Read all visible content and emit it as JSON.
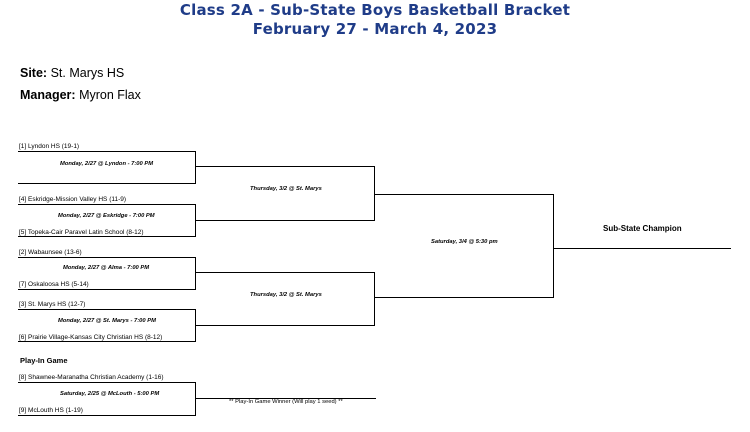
{
  "header": {
    "title": "Class 2A - Sub-State Boys Basketball Bracket",
    "dates": "February 27 - March 4, 2023"
  },
  "info": {
    "site_label": "Site:",
    "site_value": "St. Marys HS",
    "manager_label": "Manager:",
    "manager_value": "Myron Flax"
  },
  "round1": [
    {
      "team_top": "[1] Lyndon HS    (19-1)",
      "game": "Monday, 2/27 @ Lyndon - 7:00 PM",
      "team_bottom": ""
    },
    {
      "team_top": "[4] Eskridge-Mission Valley HS    (11-9)",
      "game": "Monday, 2/27 @ Eskridge - 7:00 PM",
      "team_bottom": "[5] Topeka-Cair Paravel Latin School  (8-12)"
    },
    {
      "team_top": "[2] Wabaunsee    (13-6)",
      "game": "Monday, 2/27 @ Alma - 7:00 PM",
      "team_bottom": "[7] Oskaloosa HS  (5-14)"
    },
    {
      "team_top": "[3] St. Marys HS    (12-7)",
      "game": "Monday, 2/27 @ St. Marys - 7:00 PM",
      "team_bottom": "[6] Prairie Village-Kansas City Christian HS  (8-12)"
    }
  ],
  "semis": [
    {
      "game": "Thursday, 3/2 @ St. Marys"
    },
    {
      "game": "Thursday, 3/2 @ St. Marys"
    }
  ],
  "final": {
    "game": "Saturday, 3/4 @ 5:30 pm",
    "champion_label": "Sub-State Champion"
  },
  "playin": {
    "heading": "Play-In Game",
    "team_top": "[8] Shawnee-Maranatha Christian Academy    (1-16)",
    "game": "Saturday, 2/25 @ McLouth - 5:00 PM",
    "team_bottom": "[9] McLouth HS    (1-19)",
    "winner_note": "** Play-In Game Winner (Will play 1 seed) **"
  }
}
